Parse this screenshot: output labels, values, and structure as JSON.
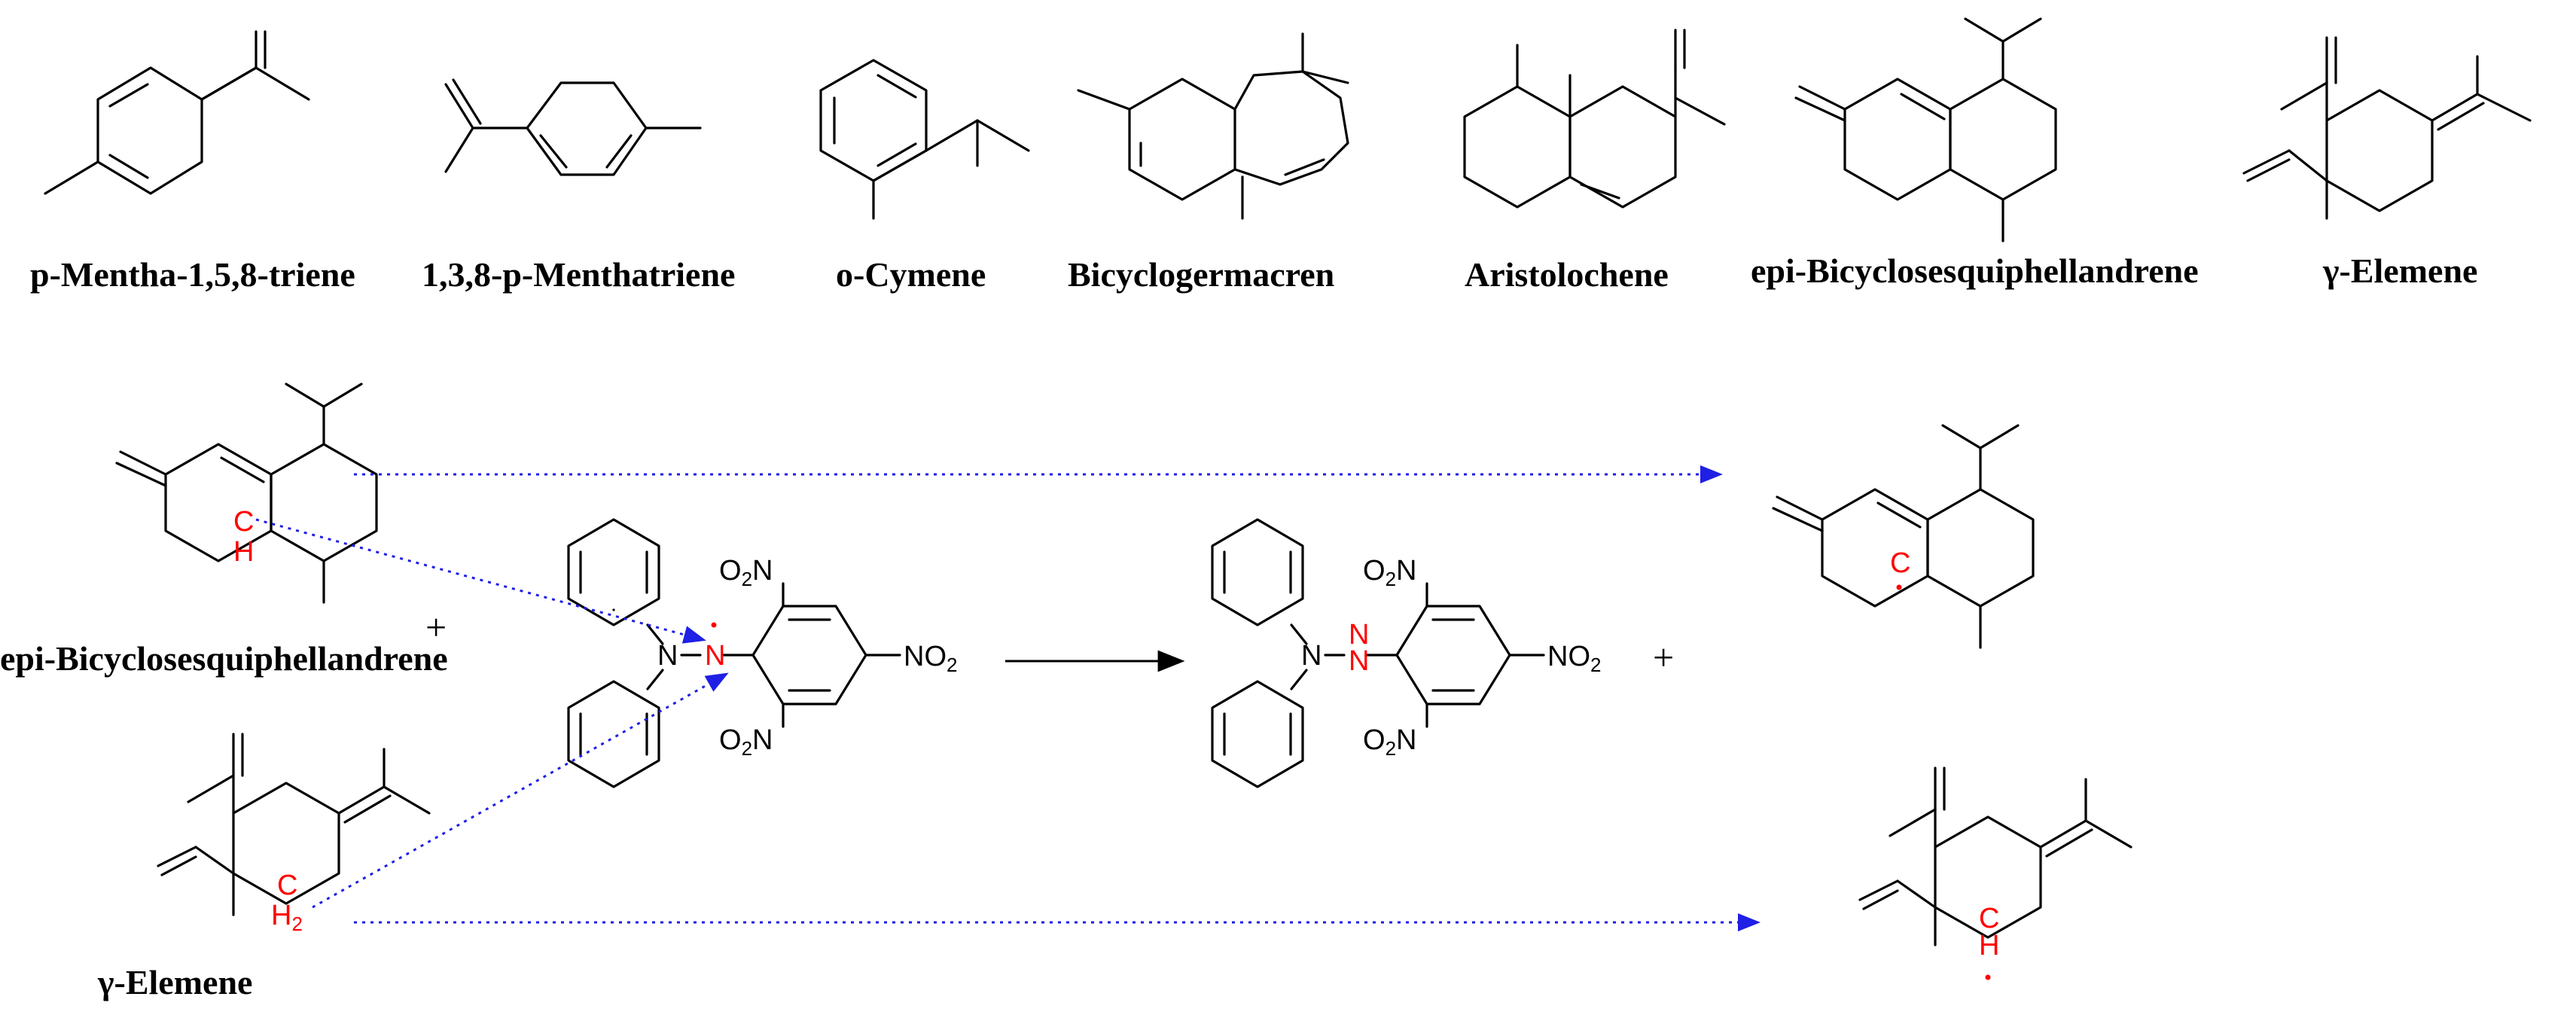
{
  "colors": {
    "bond": "#000000",
    "highlight": "#ff0000",
    "arrow": "#1f1fe6"
  },
  "compounds": [
    {
      "name": "p-Mentha-1,5,8-triene"
    },
    {
      "name": "1,3,8-p-Menthatriene"
    },
    {
      "name": "o-Cymene"
    },
    {
      "name": "Bicyclogermacren"
    },
    {
      "name": "Aristolochene"
    },
    {
      "name": "epi-Bicyclosesquiphellandrene"
    },
    {
      "name": "γ-Elemene"
    }
  ],
  "reaction": {
    "reactant_1": "epi-Bicyclosesquiphellandrene",
    "reactant_2": "γ-Elemene",
    "plus": "+",
    "dpph": {
      "n": "N",
      "no2": "NO",
      "o2n": "O",
      "n_sub": "N",
      "two": "2"
    },
    "c": "C",
    "h": "H",
    "h2": "H",
    "h2_sub": "2"
  }
}
